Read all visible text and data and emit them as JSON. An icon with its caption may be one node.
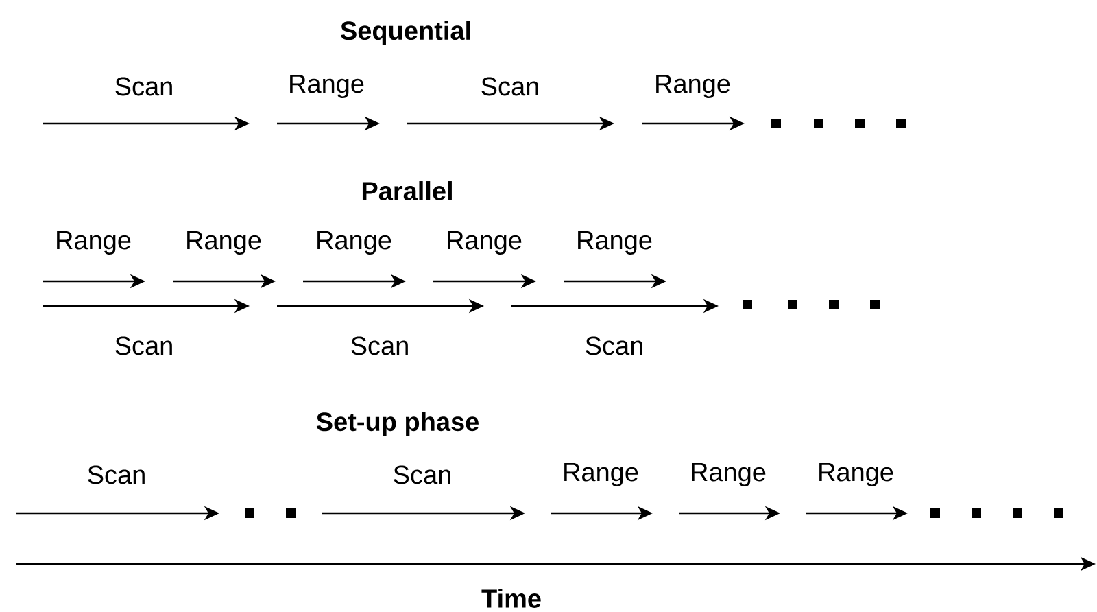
{
  "diagram": {
    "labels": [
      "Sequential",
      "Scan",
      "Range",
      "Scan",
      "Range",
      "Parallel",
      "Range",
      "Range",
      "Range",
      "Range",
      "Range",
      "Scan",
      "Scan",
      "Scan",
      "Set-up phase",
      "Scan",
      "Scan",
      "Range",
      "Range",
      "Range",
      "Time"
    ]
  }
}
